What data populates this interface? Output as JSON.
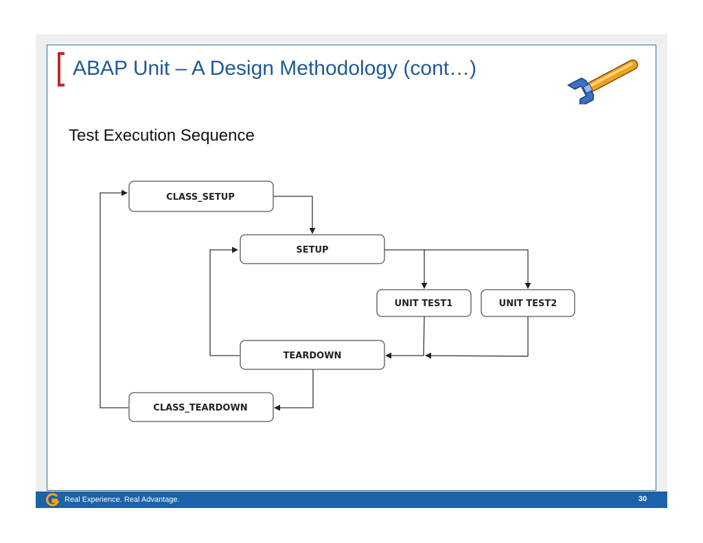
{
  "slide": {
    "title": "ABAP Unit – A Design Methodology (cont…)",
    "subtitle": "Test Execution Sequence",
    "footer_text": "Real Experience. Real Advantage.",
    "page_number": "30"
  },
  "diagram": {
    "nodes": [
      {
        "id": "class_setup",
        "label": "CLASS_SETUP"
      },
      {
        "id": "setup",
        "label": "SETUP"
      },
      {
        "id": "unit_test1",
        "label": "UNIT TEST1"
      },
      {
        "id": "unit_test2",
        "label": "UNIT TEST2"
      },
      {
        "id": "teardown",
        "label": "TEARDOWN"
      },
      {
        "id": "class_teardown",
        "label": "CLASS_TEARDOWN"
      }
    ],
    "edges": [
      {
        "from": "class_setup",
        "to": "setup"
      },
      {
        "from": "setup",
        "to": "unit_test1"
      },
      {
        "from": "setup",
        "to": "unit_test2"
      },
      {
        "from": "unit_test1",
        "to": "teardown"
      },
      {
        "from": "unit_test2",
        "to": "teardown"
      },
      {
        "from": "teardown",
        "to": "setup"
      },
      {
        "from": "teardown",
        "to": "class_teardown"
      },
      {
        "from": "class_teardown",
        "to": "class_setup"
      }
    ]
  },
  "colors": {
    "title": "#1f5a96",
    "bracket": "#c0272d",
    "footer": "#1b62a8",
    "border": "#2f6f9f"
  },
  "icons": {
    "wrench": "wrench-icon",
    "logo": "brand-logo-icon"
  }
}
